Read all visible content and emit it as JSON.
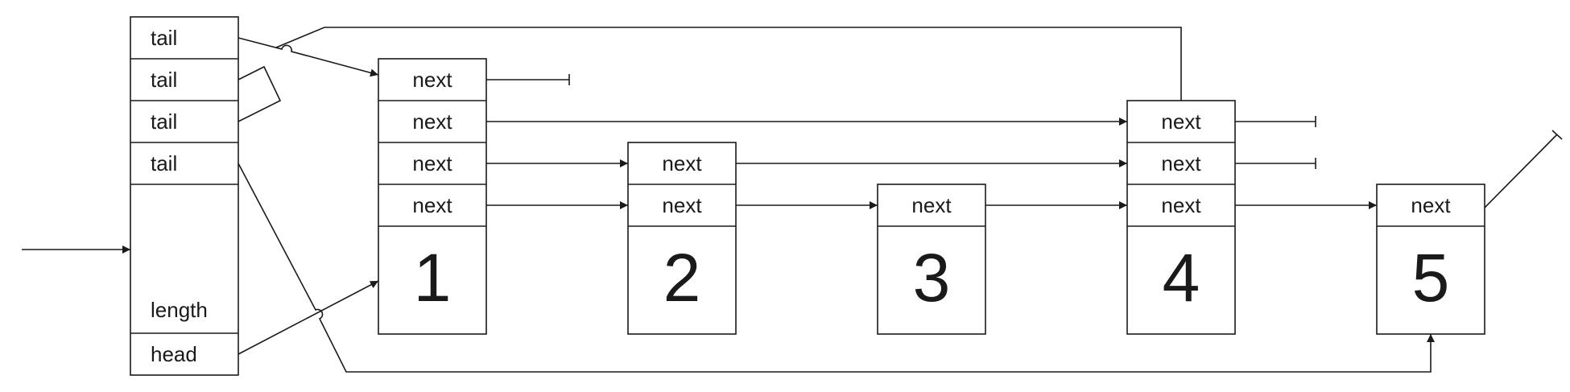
{
  "list": {
    "tail_labels": [
      "tail",
      "tail",
      "tail",
      "tail"
    ],
    "length_label": "length",
    "head_label": "head"
  },
  "nodes": [
    {
      "value": "1",
      "levels": [
        "next",
        "next",
        "next",
        "next"
      ]
    },
    {
      "value": "2",
      "levels": [
        "next",
        "next"
      ]
    },
    {
      "value": "3",
      "levels": [
        "next"
      ]
    },
    {
      "value": "4",
      "levels": [
        "next",
        "next",
        "next"
      ]
    },
    {
      "value": "5",
      "levels": [
        "next"
      ]
    }
  ]
}
